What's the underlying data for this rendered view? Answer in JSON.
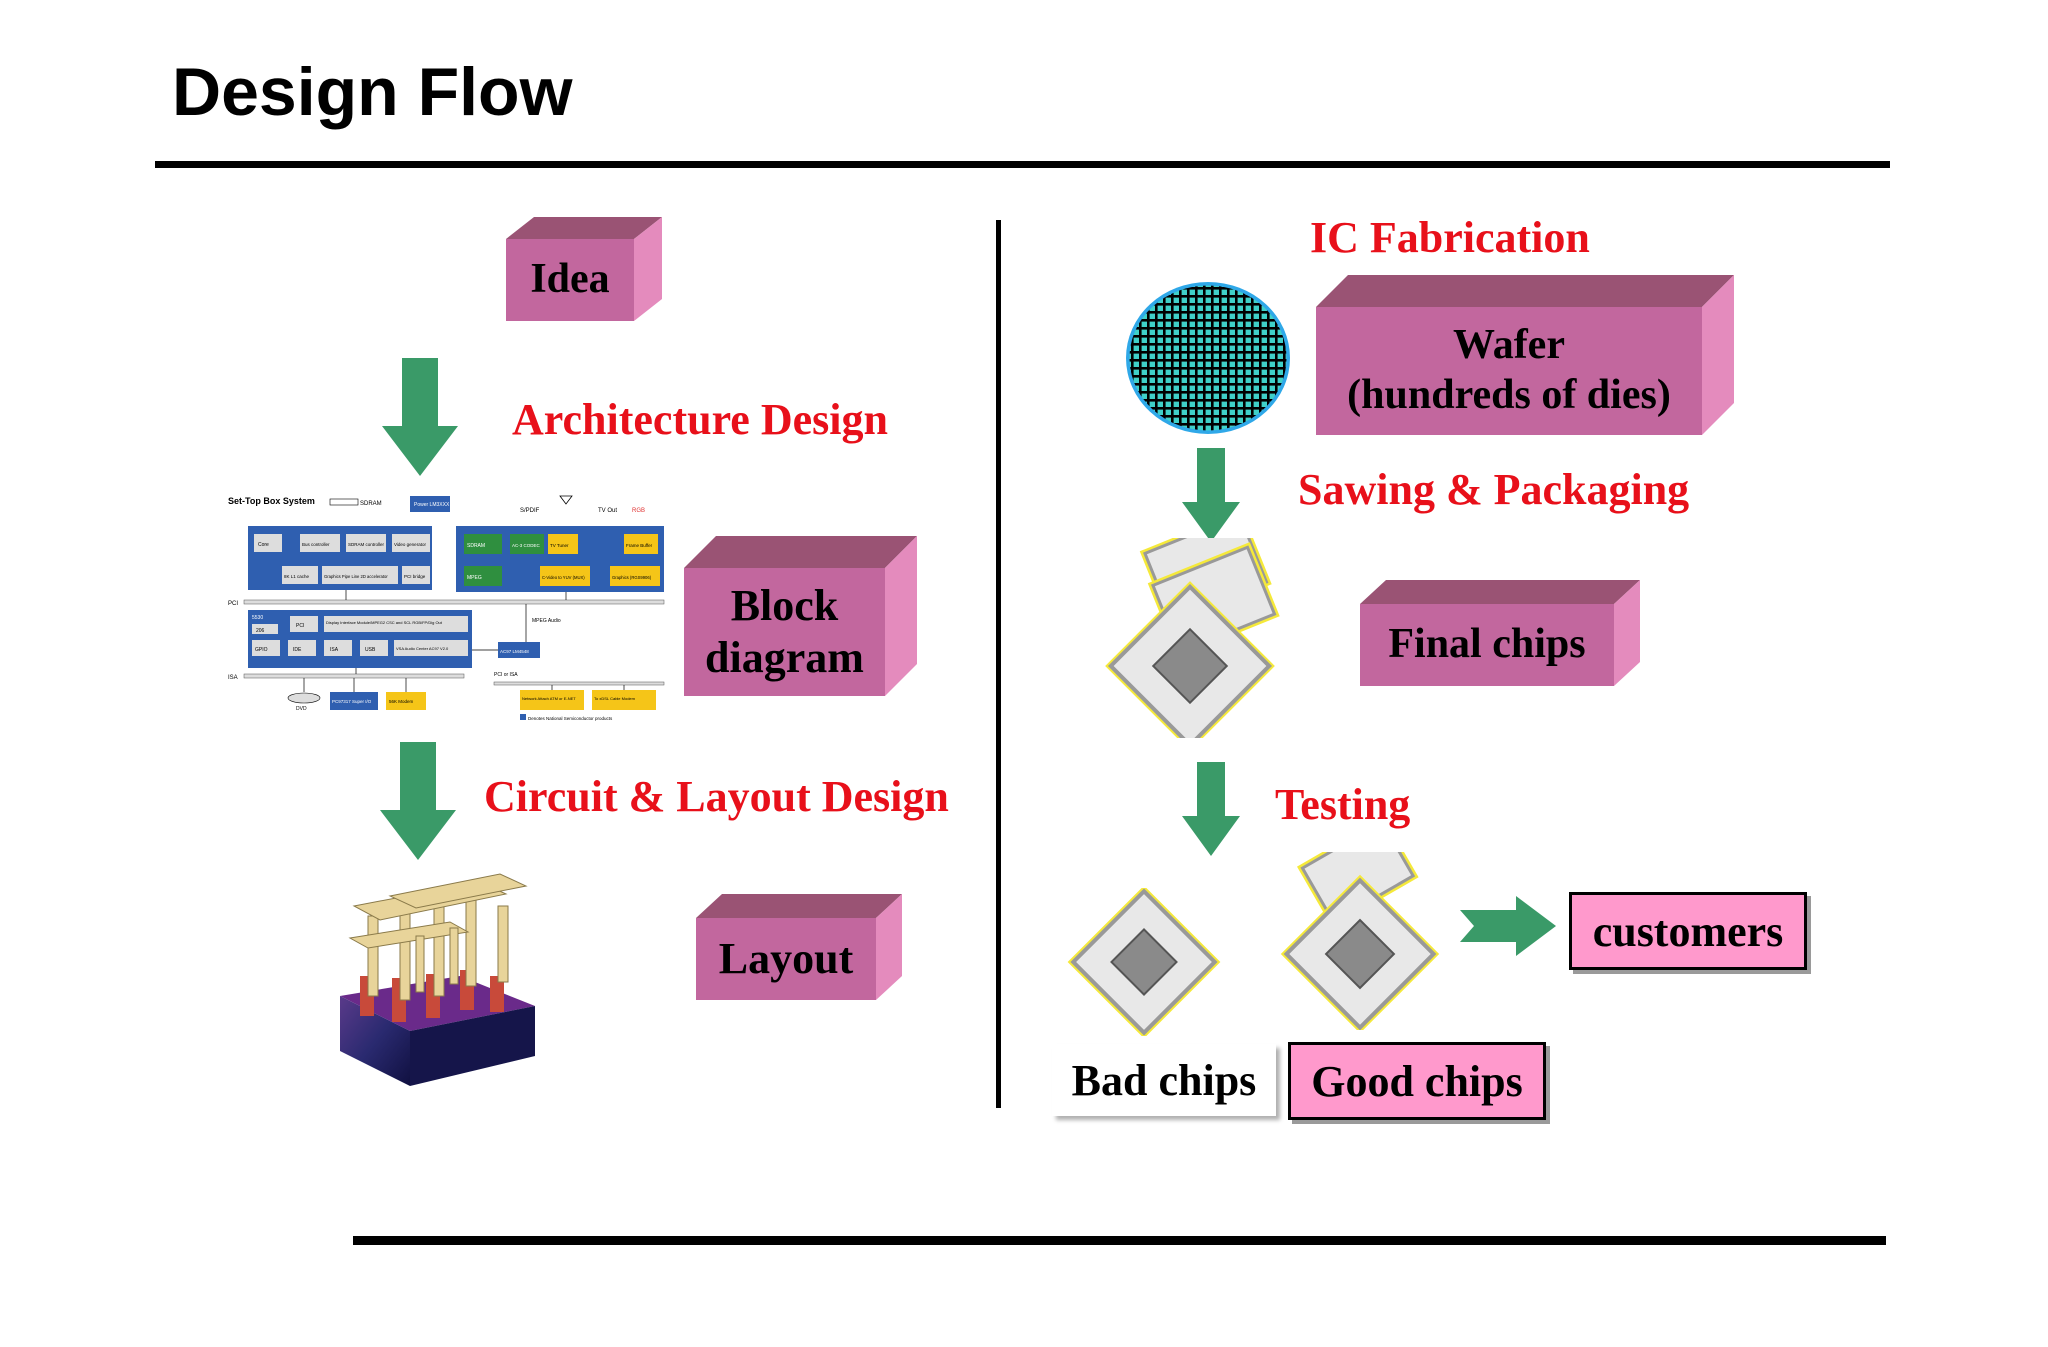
{
  "slide": {
    "title": "Design Flow"
  },
  "left_flow": {
    "idea": "Idea",
    "architecture_design": "Architecture Design",
    "block_diagram": [
      "Block",
      "diagram"
    ],
    "circuit_layout_design": "Circuit & Layout Design",
    "layout": "Layout"
  },
  "block_diagram_image": {
    "title": "Set-Top Box System",
    "top_labels": [
      "SDRAM",
      "Power LM3XXX",
      "S/PDIF",
      "TV Out",
      "RGB"
    ],
    "cpu_blocks": [
      "Core",
      "Bus controller",
      "SDRAM controller",
      "Video generator",
      "8K L1 cache",
      "Graphics Pipe Line 2D accelerator",
      "PCI bridge"
    ],
    "media_blocks": [
      "SDRAM",
      "AC-3 CODEC",
      "TV Tuner",
      "Frame Buffer",
      "MPEG",
      "C-Video to YUV (MUX)",
      "Graphics (RGS9906)"
    ],
    "bus_labels": [
      "PCI",
      "ISA",
      "PCI or ISA"
    ],
    "io_blocks": [
      "5530",
      "PCI",
      "Display Interface Module/MPEG2 CSC and SCL RGB/FP/Dig Out",
      "206",
      "GPIO",
      "IDE",
      "ISA",
      "USB",
      "VSA Audio Center AC97 V2.0"
    ],
    "misc": [
      "MPEG Audio",
      "AC97 LM4548",
      "DVD",
      "PC97317 Super I/O",
      "56K Modem",
      "Network Attach ATM or E-NET",
      "To xDSL Cable Modem",
      "Denotes National Semiconductor products"
    ]
  },
  "right_flow": {
    "ic_fabrication": "IC Fabrication",
    "wafer": [
      "Wafer",
      "(hundreds of dies)"
    ],
    "sawing_packaging": "Sawing & Packaging",
    "final_chips": "Final chips",
    "testing": "Testing",
    "customers": "customers",
    "bad_chips": "Bad chips",
    "good_chips": "Good chips"
  },
  "colors": {
    "box_front": "#c2679e",
    "box_top": "#9a5374",
    "box_side": "#e48bbd",
    "arrow": "#3a9a68",
    "red_text": "#e8101a",
    "pink_label": "#ff99cc",
    "wafer": "#2fbfbf",
    "diagram_blue": "#2f5fb0",
    "diagram_green": "#2f8f3f",
    "diagram_yellow": "#f5c518"
  }
}
